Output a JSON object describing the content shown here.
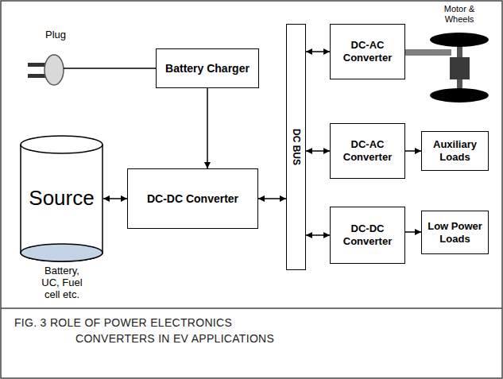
{
  "diagram": {
    "caption": "FIG. 3 ROLE OF POWER ELECTRONICS CONVERTERS IN EV APPLICATIONS",
    "nodes": [
      {
        "text": [
          "Battery Charger"
        ]
      },
      {
        "text": [
          "Source",
          "Battery, UC, Fuel cell etc."
        ]
      },
      {
        "text": [
          "DC-DC Converter"
        ]
      },
      {
        "text": [
          "DC BUS"
        ]
      },
      {
        "text": [
          "DC-AC Converter"
        ]
      },
      {
        "text": [
          "DC-AC Converter"
        ]
      },
      {
        "text": [
          "Auxiliary Loads"
        ]
      },
      {
        "text": [
          "DC-DC Converter"
        ]
      },
      {
        "text": [
          "Low Power Loads"
        ]
      }
    ],
    "edges": [
      {
        "from": 0,
        "to": 2,
        "arrow": "to"
      },
      {
        "from": 1,
        "to": 2,
        "arrow": "both"
      },
      {
        "from": 2,
        "to": 3,
        "arrow": "both"
      },
      {
        "from": 3,
        "to": 4,
        "arrow": "both"
      },
      {
        "from": 3,
        "to": 5,
        "arrow": "both"
      },
      {
        "from": 3,
        "to": 7,
        "arrow": "both"
      },
      {
        "from": 5,
        "to": 6,
        "arrow": "to"
      },
      {
        "from": 7,
        "to": 8,
        "arrow": "to"
      }
    ],
    "labels": [
      "Plug",
      "Motor & Wheels"
    ]
  }
}
